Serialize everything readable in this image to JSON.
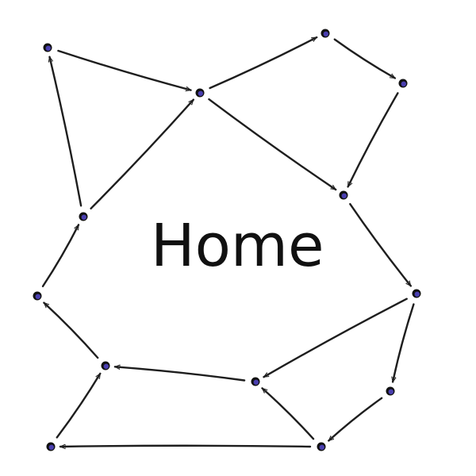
{
  "title": "Home",
  "colors": {
    "edge": "#1e1e1e",
    "node_outline": "#111111",
    "node_fill": "#4a3fb0",
    "background": "#ffffff"
  },
  "nodes": [
    {
      "id": "n1"
    },
    {
      "id": "n2"
    },
    {
      "id": "n3"
    },
    {
      "id": "n4"
    },
    {
      "id": "n5"
    },
    {
      "id": "n6"
    },
    {
      "id": "n7"
    },
    {
      "id": "n8"
    },
    {
      "id": "n9"
    },
    {
      "id": "n10"
    },
    {
      "id": "n11"
    },
    {
      "id": "n12"
    },
    {
      "id": "n13"
    },
    {
      "id": "n14"
    },
    {
      "id": "n15"
    }
  ],
  "edges": [
    {
      "from": "n1",
      "to": "n2"
    },
    {
      "from": "n2",
      "to": "n3"
    },
    {
      "from": "n3",
      "to": "n4"
    },
    {
      "from": "n2",
      "to": "n5"
    },
    {
      "from": "n4",
      "to": "n5"
    },
    {
      "from": "n5",
      "to": "n6"
    },
    {
      "from": "n6",
      "to": "n7"
    },
    {
      "from": "n6",
      "to": "n8"
    },
    {
      "from": "n8",
      "to": "n9"
    },
    {
      "from": "n9",
      "to": "n7"
    },
    {
      "from": "n9",
      "to": "n10"
    },
    {
      "from": "n7",
      "to": "n11"
    },
    {
      "from": "n11",
      "to": "n12"
    },
    {
      "from": "n12",
      "to": "n13"
    },
    {
      "from": "n13",
      "to": "n1"
    },
    {
      "from": "n13",
      "to": "n2"
    },
    {
      "from": "n10",
      "to": "n14"
    },
    {
      "from": "n14",
      "to": "n11"
    }
  ]
}
